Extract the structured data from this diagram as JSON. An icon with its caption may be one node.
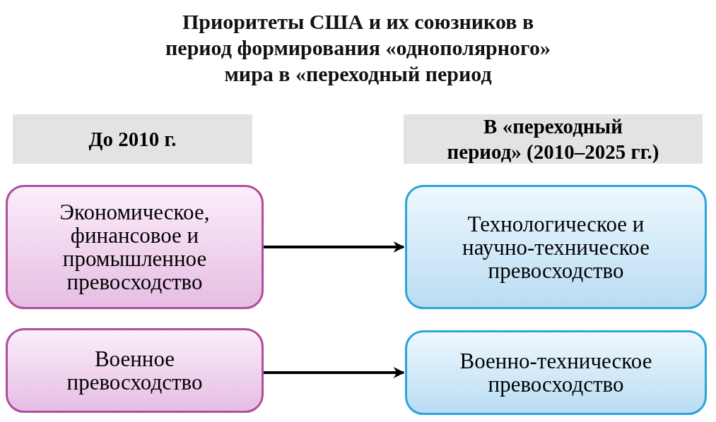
{
  "diagram": {
    "title": "Приоритеты США и их союзников в период формирования «однополярного» мира в «переходный период",
    "nodes": [
      {
        "text": [
          "До 2010 г."
        ]
      },
      {
        "text": [
          "В «переходный период» (2010–2025 гг.)"
        ]
      },
      {
        "text": [
          "Экономическое, финансовое и промышленное превосходство"
        ]
      },
      {
        "text": [
          "Технологическое и научно-техническое превосходство"
        ]
      },
      {
        "text": [
          "Военное превосходство"
        ]
      },
      {
        "text": [
          "Военно-техническое превосходство"
        ]
      }
    ],
    "edges": [
      {
        "from": 2,
        "to": 3,
        "arrow": "to"
      },
      {
        "from": 4,
        "to": 5,
        "arrow": "to"
      }
    ]
  }
}
